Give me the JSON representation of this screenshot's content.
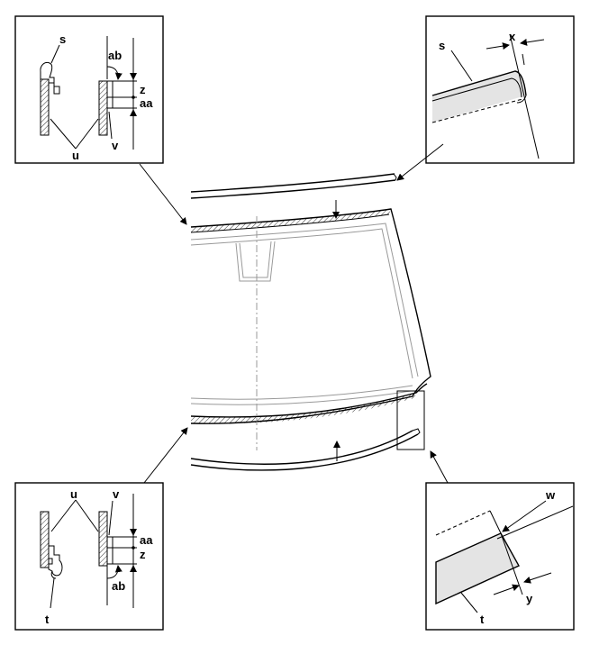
{
  "labels": {
    "s": "s",
    "t": "t",
    "u": "u",
    "v": "v",
    "w": "w",
    "x": "x",
    "y": "y",
    "z": "z",
    "aa": "aa",
    "ab": "ab"
  }
}
